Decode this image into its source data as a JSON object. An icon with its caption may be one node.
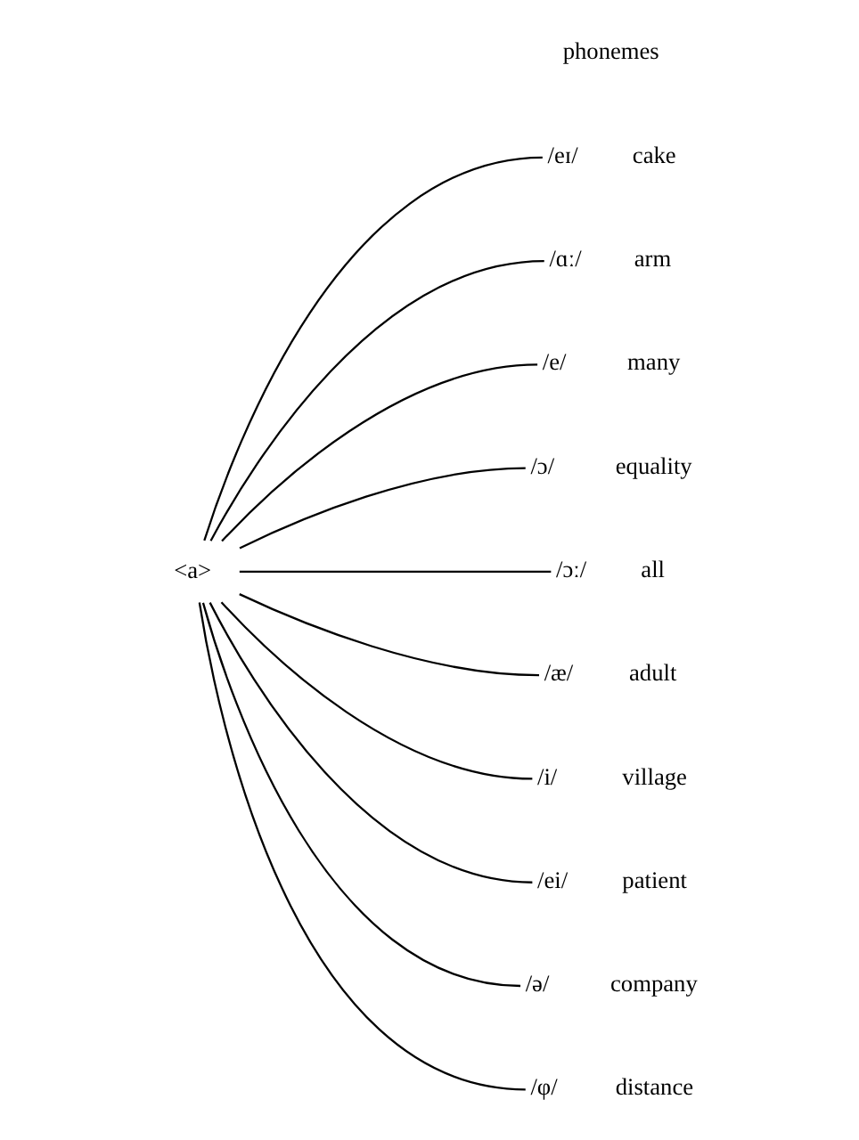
{
  "diagram": {
    "nodes": [
      {
        "text": [
          "<a>"
        ]
      },
      {
        "text": [
          "/eɪ/"
        ],
        "beside": [
          "cake"
        ]
      },
      {
        "text": [
          "/ɑː/"
        ],
        "beside": [
          "arm"
        ]
      },
      {
        "text": [
          "/e/"
        ],
        "beside": [
          "many"
        ]
      },
      {
        "text": [
          "/ɔ/"
        ],
        "beside": [
          "equality"
        ]
      },
      {
        "text": [
          "/ɔː/"
        ],
        "beside": [
          "all"
        ]
      },
      {
        "text": [
          "/æ/"
        ],
        "beside": [
          "adult"
        ]
      },
      {
        "text": [
          "/i/"
        ],
        "beside": [
          "village"
        ]
      },
      {
        "text": [
          "/ei/"
        ],
        "beside": [
          "patient"
        ]
      },
      {
        "text": [
          "/ə/"
        ],
        "beside": [
          "company"
        ]
      },
      {
        "text": [
          "/φ/"
        ],
        "beside": [
          "distance"
        ]
      }
    ],
    "edges": [
      {
        "from": 0,
        "to": 1,
        "arrow": "none"
      },
      {
        "from": 0,
        "to": 2,
        "arrow": "none"
      },
      {
        "from": 0,
        "to": 3,
        "arrow": "none"
      },
      {
        "from": 0,
        "to": 4,
        "arrow": "none"
      },
      {
        "from": 0,
        "to": 5,
        "arrow": "none"
      },
      {
        "from": 0,
        "to": 6,
        "arrow": "none"
      },
      {
        "from": 0,
        "to": 7,
        "arrow": "none"
      },
      {
        "from": 0,
        "to": 8,
        "arrow": "none"
      },
      {
        "from": 0,
        "to": 9,
        "arrow": "none"
      },
      {
        "from": 0,
        "to": 10,
        "arrow": "none"
      }
    ],
    "labels": [
      "phonemes"
    ]
  }
}
